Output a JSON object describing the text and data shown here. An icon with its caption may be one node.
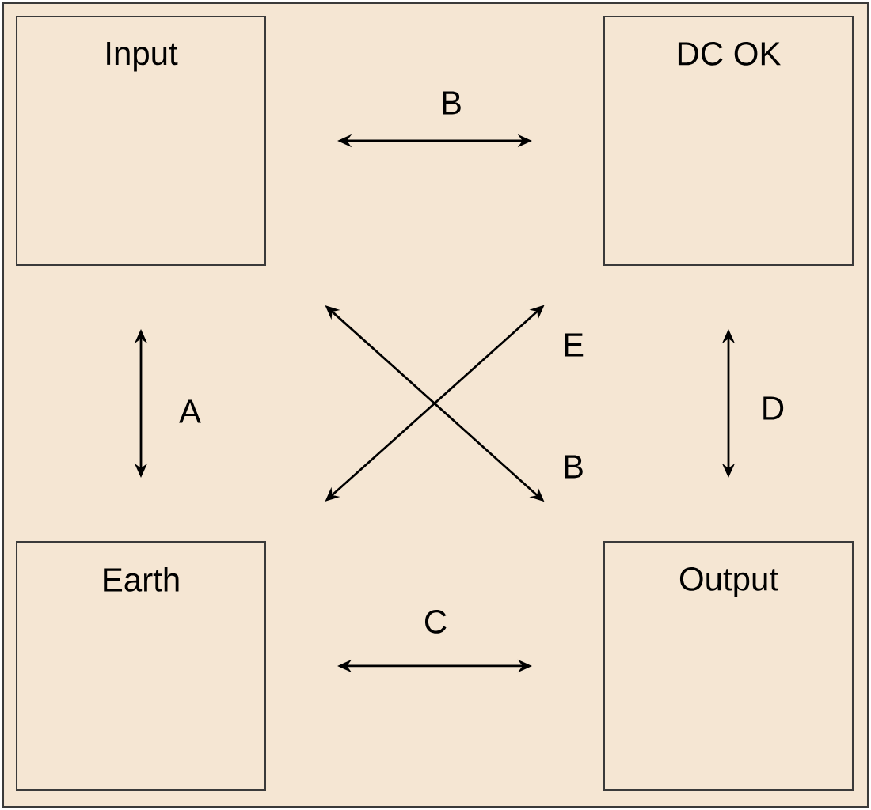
{
  "diagram": {
    "nodes": [
      {
        "text": [
          "Input"
        ]
      },
      {
        "text": [
          "DC OK"
        ]
      },
      {
        "text": [
          "Earth"
        ]
      },
      {
        "text": [
          "Output"
        ]
      }
    ],
    "edges": [
      {
        "from": 0,
        "to": 1,
        "arrow": "both",
        "label": "B"
      },
      {
        "from": 0,
        "to": 2,
        "arrow": "both",
        "label": "A"
      },
      {
        "from": 2,
        "to": 1,
        "arrow": "both",
        "label": "E"
      },
      {
        "from": 0,
        "to": 3,
        "arrow": "both",
        "label": "B"
      },
      {
        "from": 1,
        "to": 3,
        "arrow": "both",
        "label": "D"
      },
      {
        "from": 2,
        "to": 3,
        "arrow": "both",
        "label": "C"
      }
    ]
  }
}
